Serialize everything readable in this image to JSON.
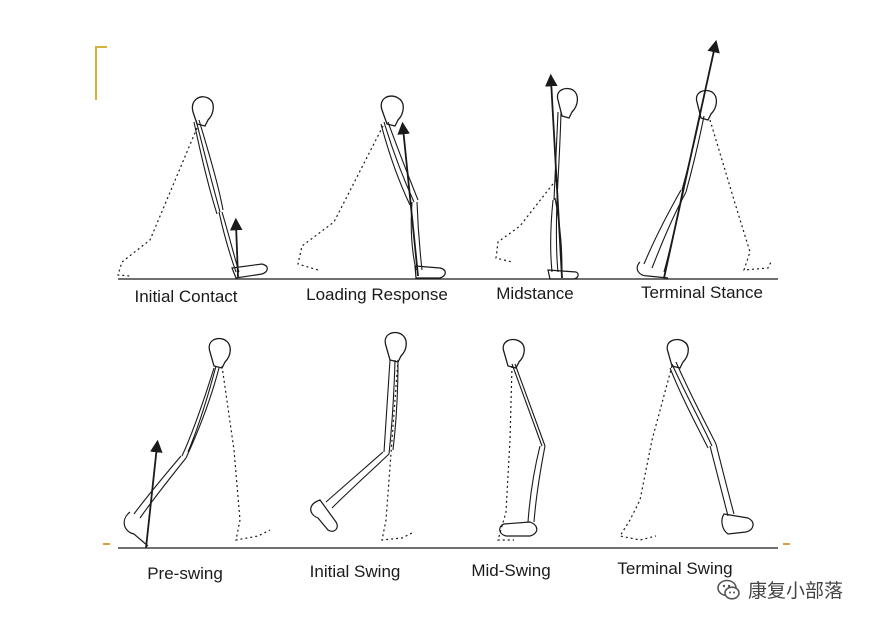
{
  "figure": {
    "row1_phases": [
      "Initial Contact",
      "Loading Response",
      "Midstance",
      "Terminal Stance"
    ],
    "row2_phases": [
      "Pre-swing",
      "Initial Swing",
      "Mid-Swing",
      "Terminal Swing"
    ]
  },
  "watermark": {
    "text": "康复小部落",
    "icon": "wechat-chat-icon"
  },
  "colors": {
    "ink": "#1a1a1a",
    "accent": "#d4b23c"
  }
}
